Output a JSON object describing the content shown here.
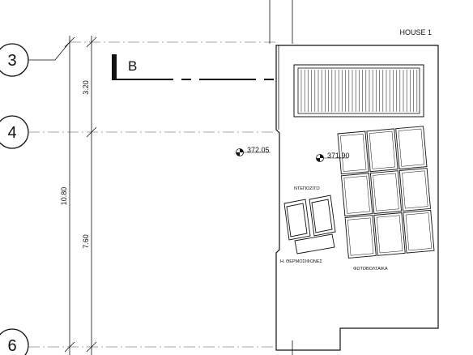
{
  "grid_lines": [
    {
      "label": "3"
    },
    {
      "label": "4"
    },
    {
      "label": "6"
    }
  ],
  "section_marker": {
    "label": "B"
  },
  "dimensions": {
    "overall": "10.80",
    "upper": "3.20",
    "lower": "7.60"
  },
  "house_label": "HOUSE 1",
  "elevations": [
    {
      "value": "372.05"
    },
    {
      "value": "371.90"
    }
  ],
  "annotations": {
    "tank": "ΝΤΕΠΟΖΙΤΟ",
    "solar_heaters": "Η. ΘΕΡΜΟΣΙΦΩΝΕΣ",
    "photovoltaics": "ΦΩΤΟΒΟΛΤΑΙΚΑ"
  },
  "colors": {
    "line": "#111111",
    "background": "#ffffff"
  }
}
